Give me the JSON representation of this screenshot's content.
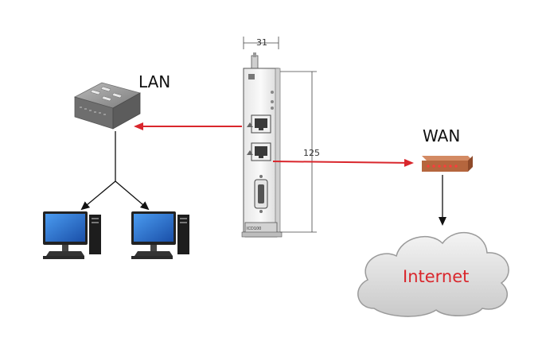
{
  "labels": {
    "lan": "LAN",
    "wan": "WAN",
    "internet": "Internet"
  },
  "dimensions": {
    "width_mm": "31",
    "height_mm": "125"
  },
  "device_marking": "ICD100",
  "colors": {
    "link_arrow": "#d9262c",
    "internet_text": "#d9262c",
    "black_line": "#111111",
    "cloud_fill": "#d9d9d9",
    "router_body": "#b5663e",
    "router_leds": "#ff3b3b",
    "monitor_screen": "#2a6fd0",
    "switch_body": "#8a8a8a"
  },
  "icons": [
    "network-switch-icon",
    "desktop-computer-icon",
    "desktop-computer-icon",
    "industrial-gateway-device-icon",
    "wan-router-icon",
    "internet-cloud-icon"
  ]
}
